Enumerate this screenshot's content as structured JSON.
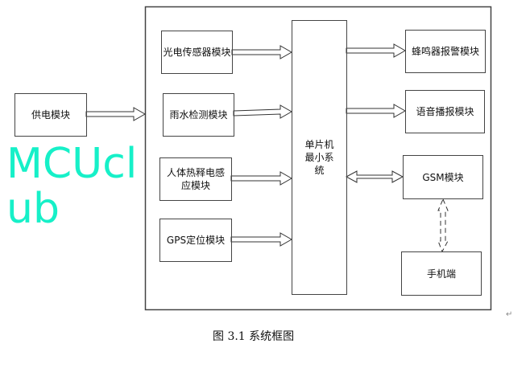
{
  "watermark": "MCUclub",
  "blocks": {
    "power": "供电模块",
    "light_sensor": "光电传感器模块",
    "rain": "雨水检测模块",
    "pir": "人体热释电感应模块",
    "gps": "GPS定位模块",
    "mcu": "单片机最小系统",
    "buzzer": "蜂鸣器报警模块",
    "voice": "语音播报模块",
    "gsm": "GSM模块",
    "phone": "手机端"
  },
  "caption": "图 3.1 系统框图",
  "paragraph_mark": "↵"
}
